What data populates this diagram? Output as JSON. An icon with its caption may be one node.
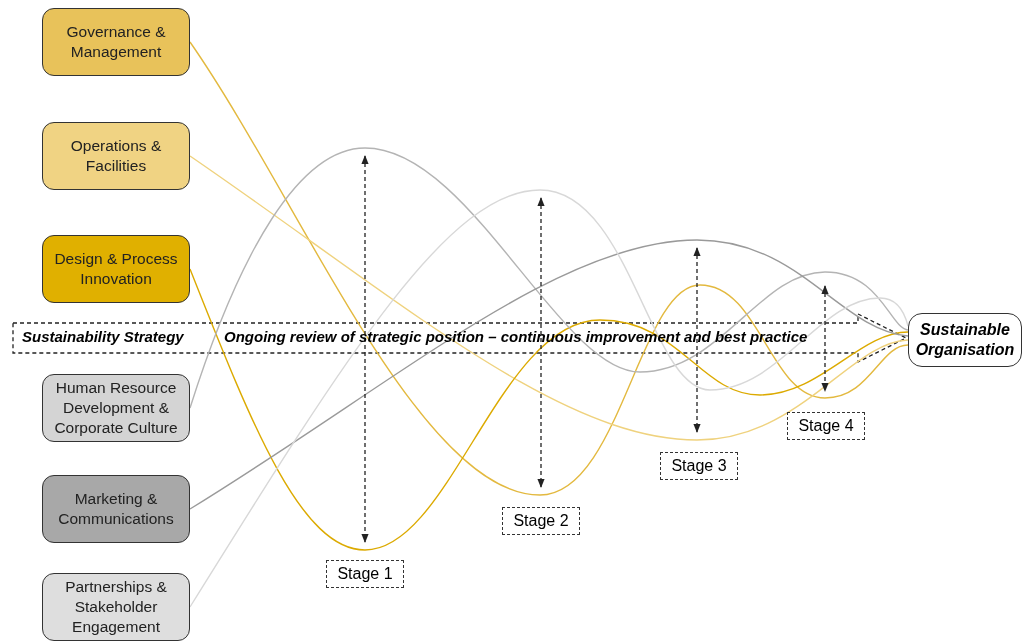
{
  "diagram": {
    "nodes": [
      {
        "text": [
          "Governance & Management"
        ]
      },
      {
        "text": [
          "Operations & Facilities"
        ]
      },
      {
        "text": [
          "Design & Process Innovation"
        ]
      },
      {
        "text": [
          "Human Resource Development & Corporate Culture"
        ]
      },
      {
        "text": [
          "Marketing & Communications"
        ]
      },
      {
        "text": [
          "Partnerships & Stakeholder Engagement"
        ]
      },
      {
        "text": [
          "Sustainable Organisation"
        ]
      },
      {
        "text": [
          "Stage 1"
        ]
      },
      {
        "text": [
          "Stage 2"
        ]
      },
      {
        "text": [
          "Stage 3"
        ]
      },
      {
        "text": [
          "Stage 4"
        ]
      }
    ],
    "edges": [
      {
        "from": 0,
        "to": 6,
        "arrow": "none",
        "color": "#e3b93f"
      },
      {
        "from": 1,
        "to": 6,
        "arrow": "none",
        "color": "#efd27e"
      },
      {
        "from": 2,
        "to": 6,
        "arrow": "none",
        "color": "#dcaa00"
      },
      {
        "from": 3,
        "to": 6,
        "arrow": "none",
        "color": "#b4b4b4"
      },
      {
        "from": 4,
        "to": 6,
        "arrow": "none",
        "color": "#9a9a9a"
      },
      {
        "from": 5,
        "to": 6,
        "arrow": "none",
        "color": "#d8d8d8"
      }
    ],
    "labels": [
      "Sustainability Strategy",
      "Ongoing review of strategic position – continuous improvement and best practice"
    ]
  }
}
